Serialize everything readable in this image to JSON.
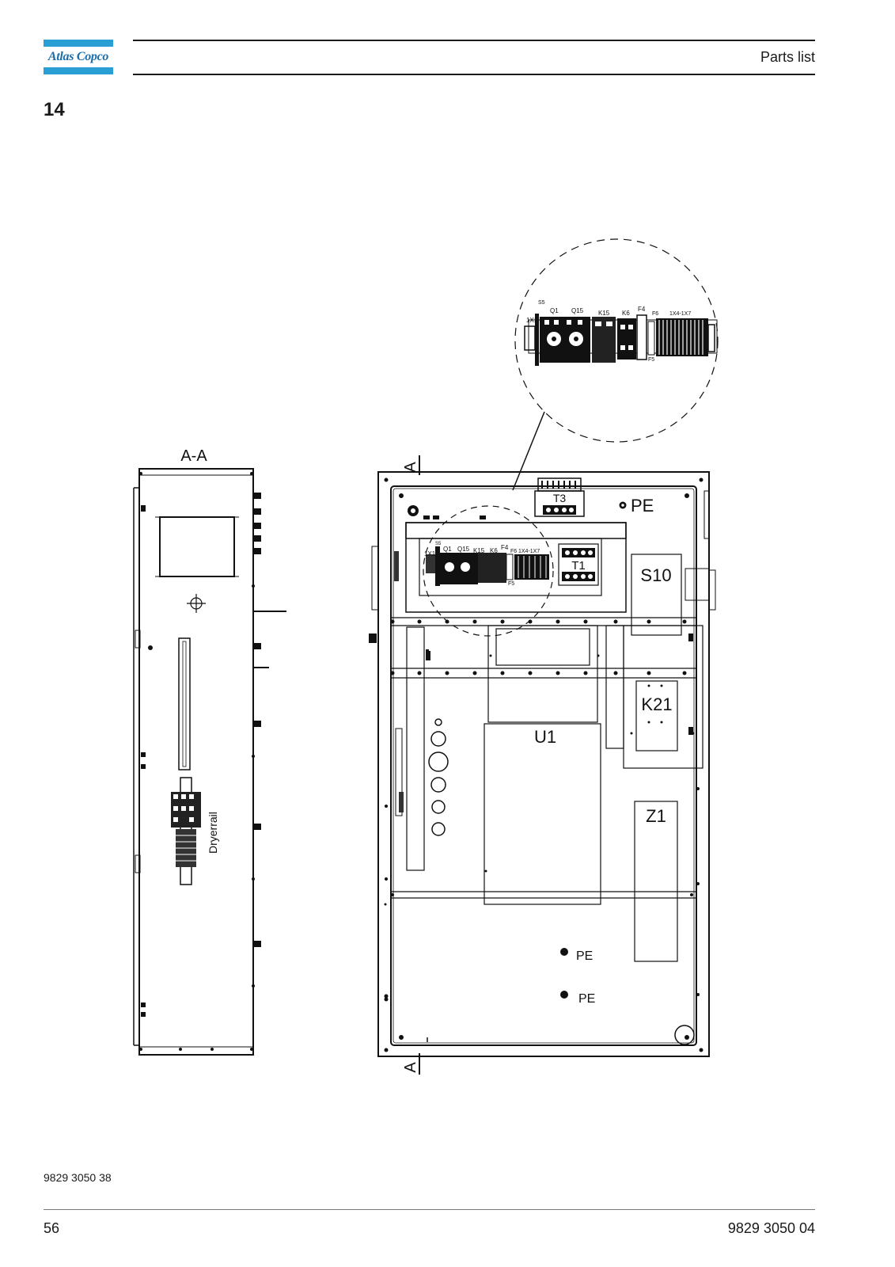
{
  "header": {
    "logo_text": "Atlas Copco",
    "section_title": "Parts list"
  },
  "figure": {
    "number": "14",
    "section_view_title": "A-A",
    "dryer_rail_label": "Dryerrail",
    "section_markers": [
      "A",
      "A"
    ],
    "detail_labels": [
      "S5",
      "1X1",
      "Q1",
      "Q15",
      "K15",
      "K6",
      "F4",
      "F6",
      "1X4-1X7",
      "F5"
    ],
    "main_labels": {
      "t3": "T3",
      "pe_top": "PE",
      "s10": "S10",
      "t1": "T1",
      "k21": "K21",
      "u1": "U1",
      "z1": "Z1",
      "pe_1": "PE",
      "pe_2": "PE",
      "inset_s5": "S5",
      "inset_1x1": "1X1",
      "inset_q1": "Q1",
      "inset_q15": "Q15",
      "inset_k15": "K15",
      "inset_k6": "K6",
      "inset_f4": "F4",
      "inset_f6": "F6",
      "inset_1x4": "1X4-1X7",
      "inset_f5": "F5"
    }
  },
  "footer": {
    "doc_ref": "9829 3050 38",
    "page_number": "56",
    "doc_number": "9829 3050 04"
  }
}
